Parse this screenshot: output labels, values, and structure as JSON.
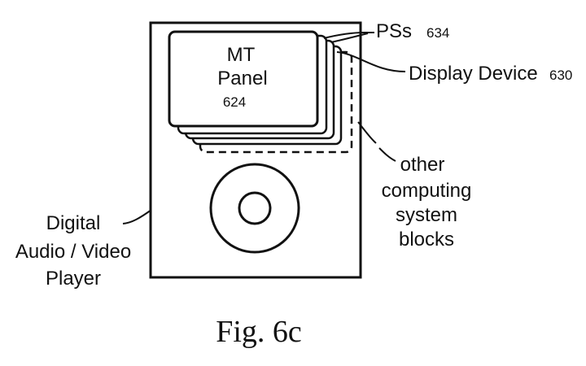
{
  "panel": {
    "line1": "MT",
    "line2": "Panel",
    "ref": "624"
  },
  "callouts": {
    "pss_label": "PSs",
    "pss_ref": "634",
    "display_label": "Display Device",
    "display_ref": "630",
    "other_line1": "other",
    "other_line2": "computing",
    "other_line3": "system",
    "other_line4": "blocks",
    "player_line1": "Digital",
    "player_line2": "Audio / Video",
    "player_line3": "Player"
  },
  "caption": "Fig. 6c",
  "colors": {
    "ink": "#111111",
    "background": "#ffffff"
  }
}
